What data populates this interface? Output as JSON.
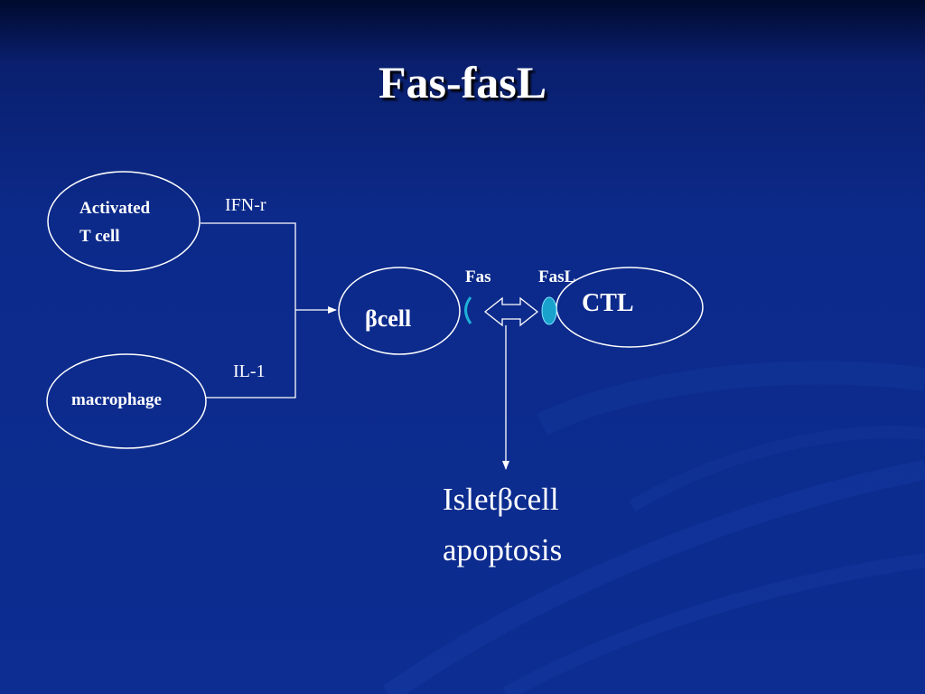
{
  "slide": {
    "title": "Fas-fasL",
    "nodes": {
      "activated_t_cell": {
        "line1": "Activated",
        "line2": "T cell"
      },
      "macrophage": "macrophage",
      "beta_cell": "βcell",
      "ctl": "CTL"
    },
    "labels": {
      "ifn": "IFN-r",
      "il1": "IL-1",
      "fas": "Fas",
      "fasl": "FasL"
    },
    "outcome": {
      "line1": "Isletβcell",
      "line2": "apoptosis"
    },
    "colors": {
      "background": "#0d2d92",
      "text": "#ffffff",
      "fasl_marker": "#19a3cc",
      "fas_marker": "#1fb0d8"
    }
  }
}
